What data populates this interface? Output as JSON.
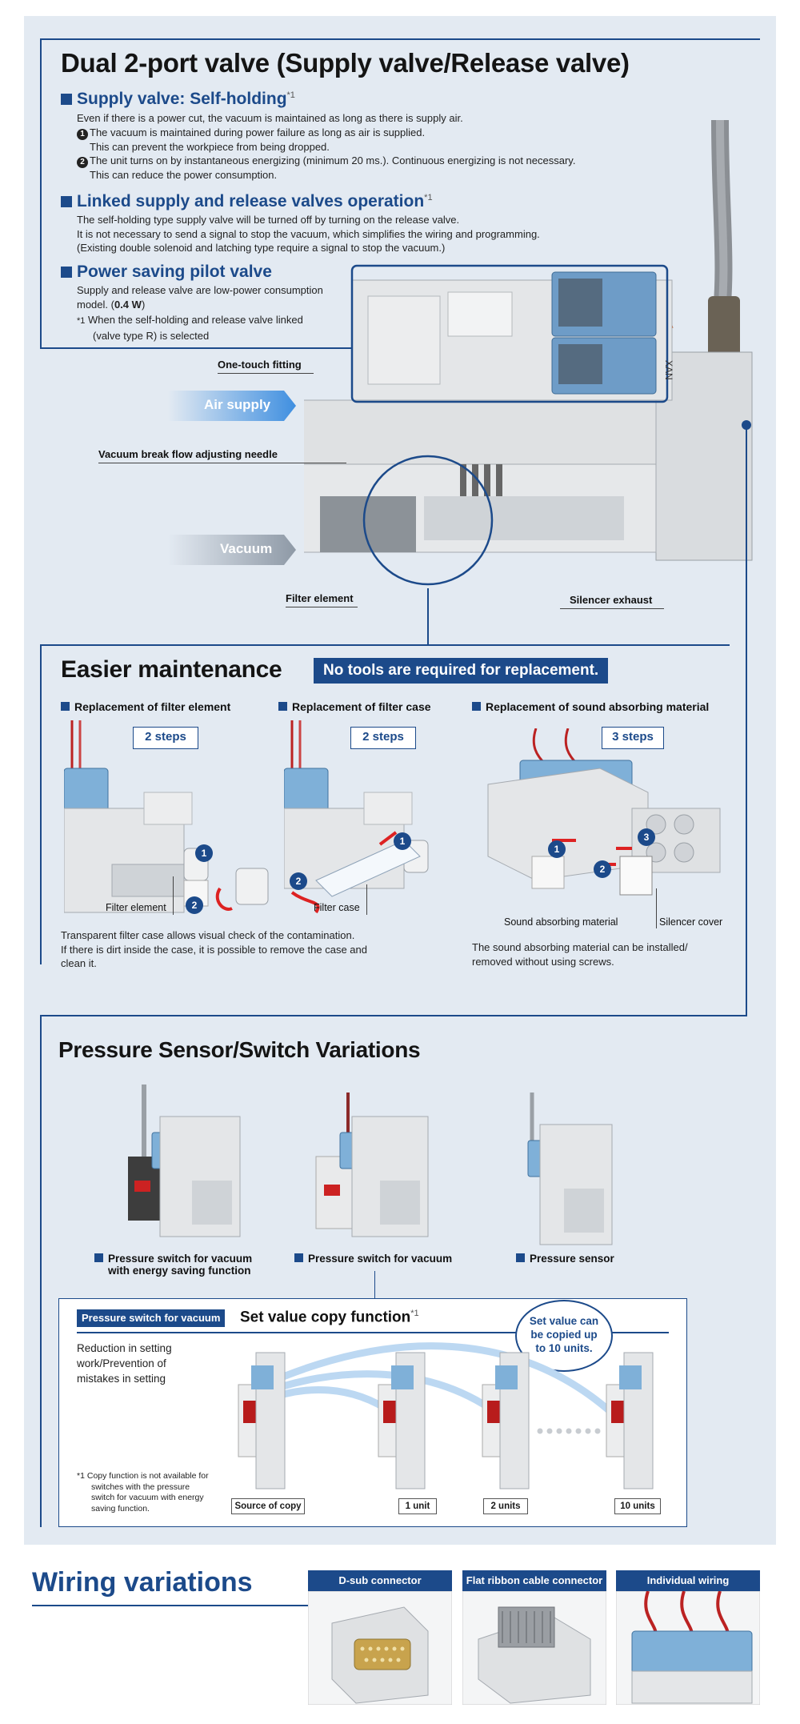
{
  "dual": {
    "title": "Dual 2-port valve (Supply valve/Release valve)",
    "supply": {
      "title": "Supply valve: Self-holding",
      "note_mark": "*1",
      "text": "Even if there is a power cut, the vacuum is maintained as long as there is supply air.",
      "point1_num": "1",
      "point1_a": "The vacuum is maintained during power failure as long as air is supplied.",
      "point1_b": "This can prevent the workpiece from being dropped.",
      "point2_num": "2",
      "point2_a": "The unit turns on by instantaneous energizing (minimum 20 ms.). Continuous energizing is not necessary.",
      "point2_b": "This can reduce the power consumption."
    },
    "linked": {
      "title": "Linked supply and release valves operation",
      "note_mark": "*1",
      "line1": "The self-holding type supply valve will be turned off by turning on the release valve.",
      "line2": "It is not necessary to send a signal to stop the vacuum, which simplifies the wiring and programming.",
      "line3": "(Existing double solenoid and latching type require a signal to stop the vacuum.)"
    },
    "power": {
      "title": "Power saving pilot valve",
      "line1": "Supply and release valve are low-power consumption",
      "line2_a": "model. (",
      "line2_bold": "0.4 W",
      "line2_b": ")",
      "foot_mark": "*1",
      "foot1": "When the self-holding and release valve linked",
      "foot2": "(valve type R) is selected"
    },
    "callouts": {
      "one_touch": "One-touch fitting",
      "air_supply": "Air supply",
      "needle": "Vacuum break flow adjusting needle",
      "vacuum": "Vacuum",
      "filter": "Filter element",
      "silencer": "Silencer exhaust"
    }
  },
  "maint": {
    "title": "Easier maintenance",
    "badge": "No tools are required for replacement.",
    "cols": [
      {
        "head": "Replacement of filter element",
        "steps": "2 steps",
        "label": "Filter element",
        "desc1": "Transparent filter case allows visual check of the contamination.",
        "desc2": "If there is dirt inside the case, it is possible to remove the case and",
        "desc3": "clean it."
      },
      {
        "head": "Replacement of filter case",
        "steps": "2 steps",
        "label": "Filter case"
      },
      {
        "head": "Replacement of sound absorbing material",
        "steps": "3 steps",
        "label": "Sound absorbing material",
        "label2": "Silencer cover",
        "desc1": "The sound absorbing material can be installed/",
        "desc2": "removed without using screws."
      }
    ],
    "n1": "1",
    "n2": "2",
    "n3": "3"
  },
  "pressure": {
    "title": "Pressure Sensor/Switch Variations",
    "items": [
      {
        "l1": "Pressure switch for vacuum",
        "l2": "with energy saving function"
      },
      {
        "l1": "Pressure switch for vacuum",
        "l2": ""
      },
      {
        "l1": "Pressure sensor",
        "l2": ""
      }
    ],
    "copy": {
      "tag": "Pressure switch for vacuum",
      "title": "Set value copy function",
      "note_mark": "*1",
      "bubble1": "Set value can",
      "bubble2": "be copied up",
      "bubble3": "to 10 units.",
      "left1": "Reduction in setting",
      "left2": "work/Prevention of",
      "left3": "mistakes in setting",
      "foot_mark": "*1",
      "foot1": "Copy function is not available for",
      "foot2": "switches with the pressure",
      "foot3": "switch for vacuum with energy",
      "foot4": "saving function.",
      "units": [
        "Source of copy",
        "1 unit",
        "2 units",
        "10 units"
      ]
    }
  },
  "wiring": {
    "title": "Wiring variations",
    "tabs": [
      "D-sub connector",
      "Flat ribbon cable connector",
      "Individual wiring"
    ]
  },
  "colors": {
    "navy": "#1c4a8a",
    "panel": "#e3eaf2",
    "arrow_air": "#3f8fe0",
    "arrow_vac": "#9aa6b4"
  }
}
